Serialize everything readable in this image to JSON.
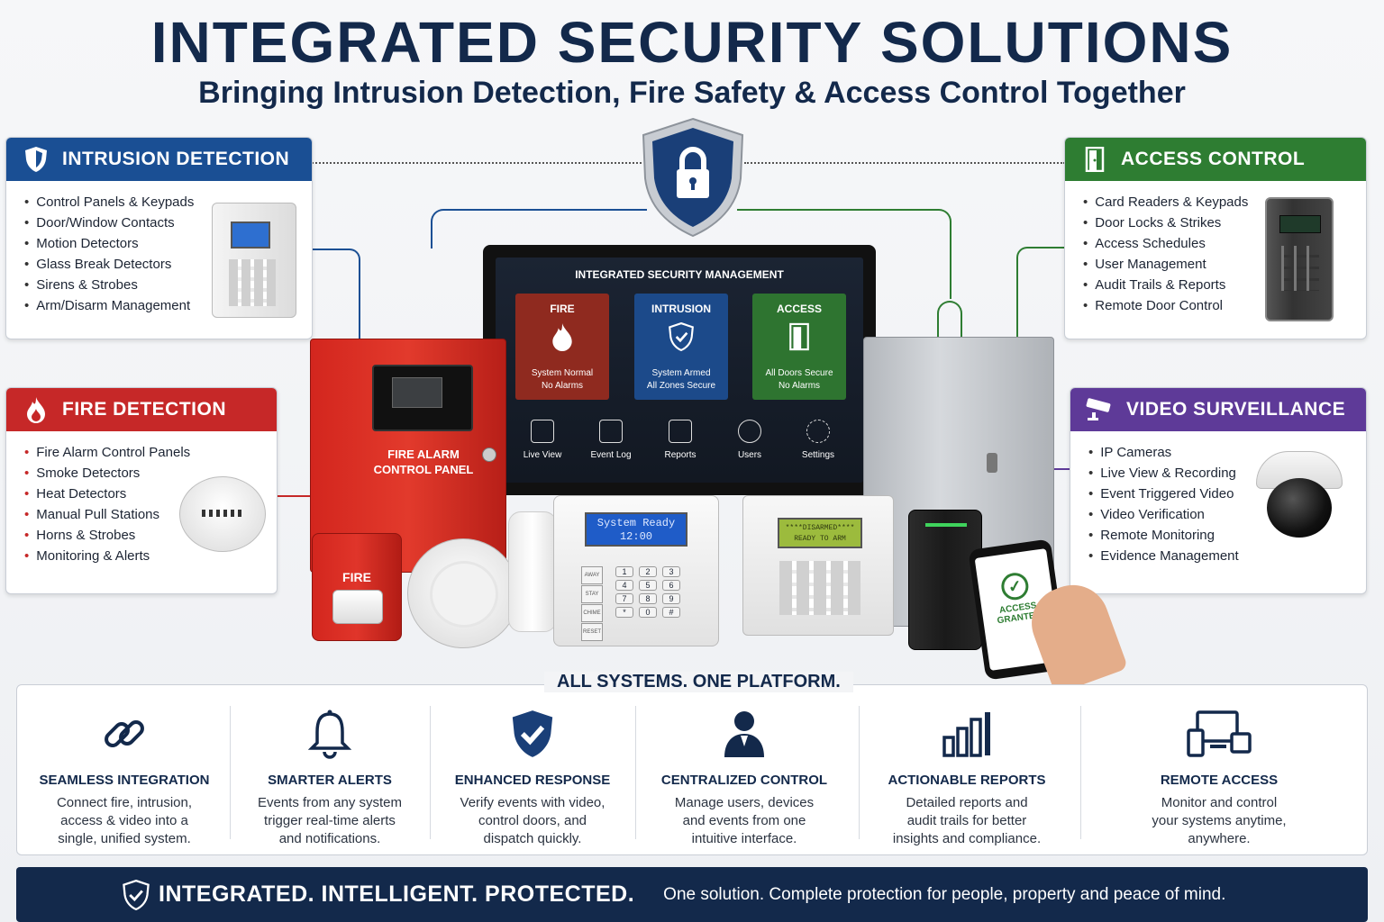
{
  "header": {
    "title": "INTEGRATED SECURITY SOLUTIONS",
    "subtitle": "Bringing Intrusion Detection, Fire Safety & Access Control Together"
  },
  "colors": {
    "navy": "#13294b",
    "blue": "#1a4f94",
    "red": "#c62828",
    "green": "#2e7d32",
    "purple": "#5e3a98"
  },
  "panels": {
    "intrusion": {
      "title": "INTRUSION DETECTION",
      "icon": "shield-icon",
      "items": [
        "Control Panels & Keypads",
        "Door/Window Contacts",
        "Motion Detectors",
        "Glass Break Detectors",
        "Sirens & Strobes",
        "Arm/Disarm Management"
      ]
    },
    "fire": {
      "title": "FIRE DETECTION",
      "icon": "flame-icon",
      "items": [
        "Fire Alarm Control Panels",
        "Smoke Detectors",
        "Heat Detectors",
        "Manual Pull Stations",
        "Horns & Strobes",
        "Monitoring & Alerts"
      ]
    },
    "access": {
      "title": "ACCESS CONTROL",
      "icon": "door-icon",
      "items": [
        "Card Readers & Keypads",
        "Door Locks & Strikes",
        "Access Schedules",
        "User Management",
        "Audit Trails & Reports",
        "Remote Door Control"
      ]
    },
    "video": {
      "title": "VIDEO SURVEILLANCE",
      "icon": "camera-icon",
      "items": [
        "IP Cameras",
        "Live View & Recording",
        "Event Triggered Video",
        "Video Verification",
        "Remote Monitoring",
        "Evidence Management"
      ]
    }
  },
  "dashboard": {
    "title": "INTEGRATED SECURITY MANAGEMENT",
    "tiles": [
      {
        "label": "FIRE",
        "status1": "System Normal",
        "status2": "No Alarms"
      },
      {
        "label": "INTRUSION",
        "status1": "System Armed",
        "status2": "All Zones Secure"
      },
      {
        "label": "ACCESS",
        "status1": "All Doors Secure",
        "status2": "No Alarms"
      }
    ],
    "nav": [
      "Live View",
      "Event Log",
      "Reports",
      "Users",
      "Settings"
    ]
  },
  "devices": {
    "fire_panel_label_1": "FIRE ALARM",
    "fire_panel_label_2": "CONTROL PANEL",
    "strobe_label": "FIRE",
    "keypad_line1": "System Ready",
    "keypad_line2": "12:00",
    "keypad_buttons": [
      "AWAY",
      "STAY",
      "CHIME",
      "RESET"
    ],
    "keypad_keys": [
      "1",
      "2",
      "3",
      "4",
      "5",
      "6",
      "7",
      "8",
      "9",
      "*",
      "0",
      "#"
    ],
    "lcd_line1": "****DISARMED****",
    "lcd_line2": "READY TO ARM",
    "phone_line1": "ACCESS",
    "phone_line2": "GRANTED"
  },
  "platform_heading": "ALL SYSTEMS. ONE PLATFORM.",
  "features": [
    {
      "title": "SEAMLESS INTEGRATION",
      "icon": "link-icon",
      "l1": "Connect fire, intrusion,",
      "l2": "access & video into a",
      "l3": "single, unified system."
    },
    {
      "title": "SMARTER ALERTS",
      "icon": "bell-icon",
      "l1": "Events from any system",
      "l2": "trigger real-time alerts",
      "l3": "and notifications."
    },
    {
      "title": "ENHANCED RESPONSE",
      "icon": "shield-check-icon",
      "l1": "Verify events with video,",
      "l2": "control doors, and",
      "l3": "dispatch quickly."
    },
    {
      "title": "CENTRALIZED CONTROL",
      "icon": "user-icon",
      "l1": "Manage users, devices",
      "l2": "and events from one",
      "l3": "intuitive interface."
    },
    {
      "title": "ACTIONABLE REPORTS",
      "icon": "bar-chart-icon",
      "l1": "Detailed reports and",
      "l2": "audit trails for better",
      "l3": "insights and compliance."
    },
    {
      "title": "REMOTE ACCESS",
      "icon": "devices-icon",
      "l1": "Monitor and control",
      "l2": "your systems anytime,",
      "l3": "anywhere."
    }
  ],
  "footer": {
    "tagline": "INTEGRATED. INTELLIGENT. PROTECTED.",
    "line": "One solution. Complete protection for people, property and peace of mind."
  }
}
